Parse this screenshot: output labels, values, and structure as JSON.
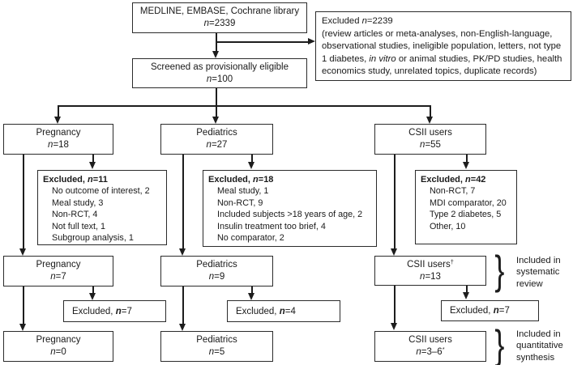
{
  "colors": {
    "ink": "#1a1a1a",
    "background": "#ffffff",
    "box_border": "#2b2b2b"
  },
  "source": {
    "title": "MEDLINE, EMBASE, Cochrane library",
    "n_italic": "n",
    "n_rest": "=2339"
  },
  "initial_excluded": {
    "title_pre": "Excluded ",
    "n_italic": "n",
    "n_rest": "=2239",
    "detail_pre": "(review articles or meta-analyses, non-English-language, observational studies, ineligible population, letters, not type 1 diabetes, ",
    "detail_italic": "in vitro",
    "detail_post": " or animal studies, PK/PD studies, health economics study, unrelated topics, duplicate records)"
  },
  "screened": {
    "title": "Screened as provisionally eligible",
    "n_italic": "n",
    "n_rest": "=100"
  },
  "pregnancy": {
    "stage1": {
      "label": "Pregnancy",
      "n_italic": "n",
      "n_rest": "=18"
    },
    "excluded1": {
      "title_pre": "Excluded, ",
      "n_italic": "n",
      "n_rest": "=11",
      "items": [
        "No outcome of interest, 2",
        "Meal study, 3",
        "Non-RCT, 4",
        "Not full text, 1",
        "Subgroup analysis, 1"
      ]
    },
    "stage2": {
      "label": "Pregnancy",
      "n_italic": "n",
      "n_rest": "=7"
    },
    "excluded2": {
      "title_pre": "Excluded, ",
      "n_italic": "n",
      "n_rest": "=7"
    },
    "stage3": {
      "label": "Pregnancy",
      "n_italic": "n",
      "n_rest": "=0"
    }
  },
  "pediatrics": {
    "stage1": {
      "label": "Pediatrics",
      "n_italic": "n",
      "n_rest": "=27"
    },
    "excluded1": {
      "title_pre": "Excluded, ",
      "n_italic": "n",
      "n_rest": "=18",
      "items": [
        "Meal study, 1",
        "Non-RCT, 9",
        "Included subjects >18 years of age, 2",
        "Insulin treatment too brief, 4",
        "No comparator, 2"
      ]
    },
    "stage2": {
      "label": "Pediatrics",
      "n_italic": "n",
      "n_rest": "=9"
    },
    "excluded2": {
      "title_pre": "Excluded, ",
      "n_italic": "n",
      "n_rest": "=4"
    },
    "stage3": {
      "label": "Pediatrics",
      "n_italic": "n",
      "n_rest": "=5"
    }
  },
  "csii": {
    "stage1": {
      "label": "CSII users",
      "n_italic": "n",
      "n_rest": "=55"
    },
    "excluded1": {
      "title_pre": "Excluded, ",
      "n_italic": "n",
      "n_rest": "=42",
      "items": [
        "Non-RCT, 7",
        "MDI comparator, 20",
        "Type 2 diabetes, 5",
        "Other, 10"
      ]
    },
    "stage2": {
      "label": "CSII users",
      "sup": "†",
      "n_italic": "n",
      "n_rest": "=13"
    },
    "excluded2": {
      "title_pre": "Excluded, ",
      "n_italic": "n",
      "n_rest": "=7"
    },
    "stage3": {
      "label": "CSII users",
      "n_italic": "n",
      "n_rest": "=3–6",
      "sup": "*"
    }
  },
  "annotations": {
    "systematic": {
      "line1": "Included in",
      "line2": "systematic",
      "line3": "review"
    },
    "quantitative": {
      "line1": "Included in",
      "line2": "quantitative",
      "line3": "synthesis"
    },
    "brace": "}"
  }
}
